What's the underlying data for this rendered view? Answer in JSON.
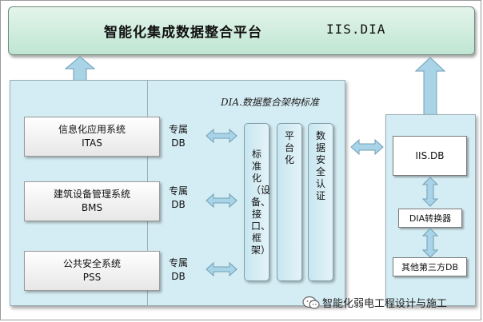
{
  "banner": {
    "title": "智能化集成数据整合平台",
    "code": "IIS.DIA"
  },
  "standard_title": "DIA.数据整合架构标准",
  "systems": [
    {
      "name": "信息化应用系统",
      "code": "ITAS"
    },
    {
      "name": "建筑设备管理系统",
      "code": "BMS"
    },
    {
      "name": "公共安全系统",
      "code": "PSS"
    }
  ],
  "db_label": {
    "line1": "专属",
    "line2": "DB"
  },
  "columns": [
    {
      "text": "标准化（设备、接口、框架）"
    },
    {
      "text": "平台化"
    },
    {
      "text": "数据安全认证"
    }
  ],
  "right": {
    "iisdb": "IIS.DB",
    "converter": "DIA转换器",
    "thirdparty": "其他第三方DB"
  },
  "watermark": {
    "text": "智能化弱电工程设计与施工"
  },
  "colors": {
    "arrow_fill": "#a9d4e8",
    "arrow_stroke": "#6f9fb4",
    "panel": "#d4ecf3",
    "banner": "#c9ebda"
  },
  "icons": {
    "arrows": "double-arrow-icon",
    "up": "up-arrow-icon",
    "brand": "wechat-icon"
  }
}
